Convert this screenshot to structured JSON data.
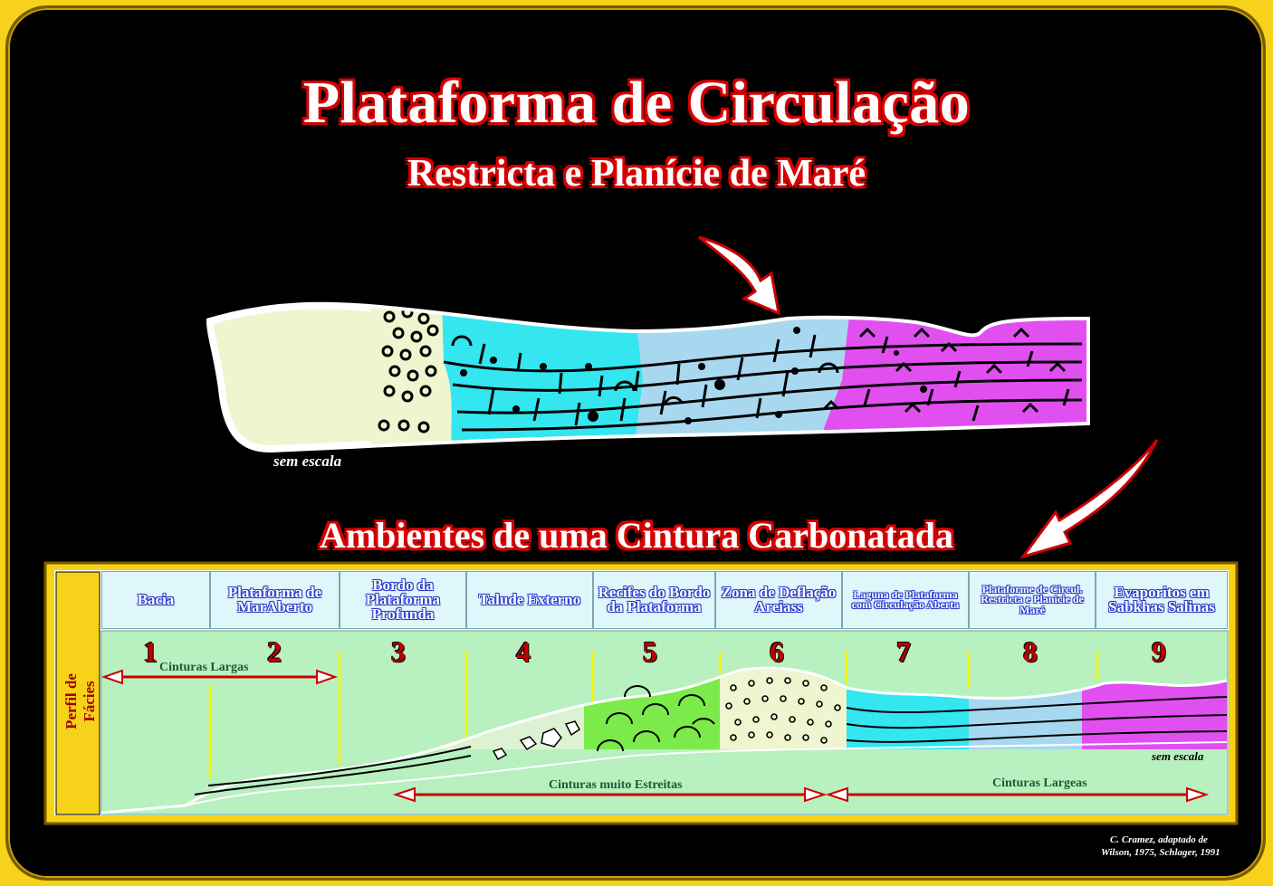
{
  "title": "Plataforma de Circulação",
  "subtitle": "Restricta e Planície de Maré",
  "section_title": "Ambientes de uma Cintura Carbonatada",
  "scale_note_top": "sem escala",
  "scale_note_bottom": "sem escala",
  "side_label": "Perfil de Fácies",
  "facies": [
    {
      "num": "1",
      "label": "Bacia"
    },
    {
      "num": "2",
      "label": "Plataforma de MarAberto"
    },
    {
      "num": "3",
      "label": "Bordo da Plataforma Profunda"
    },
    {
      "num": "4",
      "label": "Talude Externo"
    },
    {
      "num": "5",
      "label": "Recifes do Bordo da Plataforma"
    },
    {
      "num": "6",
      "label": "Zona de Deflação Areiass"
    },
    {
      "num": "7",
      "label": "Laguna de Plataforma com Circulação Aberta"
    },
    {
      "num": "8",
      "label": "Plataforme de Circul. Restricta e Planície de Maré"
    },
    {
      "num": "9",
      "label": "Evaporitos em Sabkhas Salinas"
    }
  ],
  "belts": {
    "left": "Cinturas Largas",
    "middle": "Cinturas muito Estreitas",
    "right": "Cinturas Largeas"
  },
  "credit_line1": "C. Cramez, adaptado de",
  "credit_line2": "Wilson, 1975, Schlager, 1991",
  "colors": {
    "background": "#000000",
    "frame": "#f7d21a",
    "title_outline": "#d60000",
    "basin_pale": "#eef5cf",
    "cyan": "#33e6f0",
    "light_blue": "#a8d8f0",
    "magenta": "#e24ff0",
    "reef_green": "#7bea4a",
    "panel_green": "#b8f0c0"
  }
}
